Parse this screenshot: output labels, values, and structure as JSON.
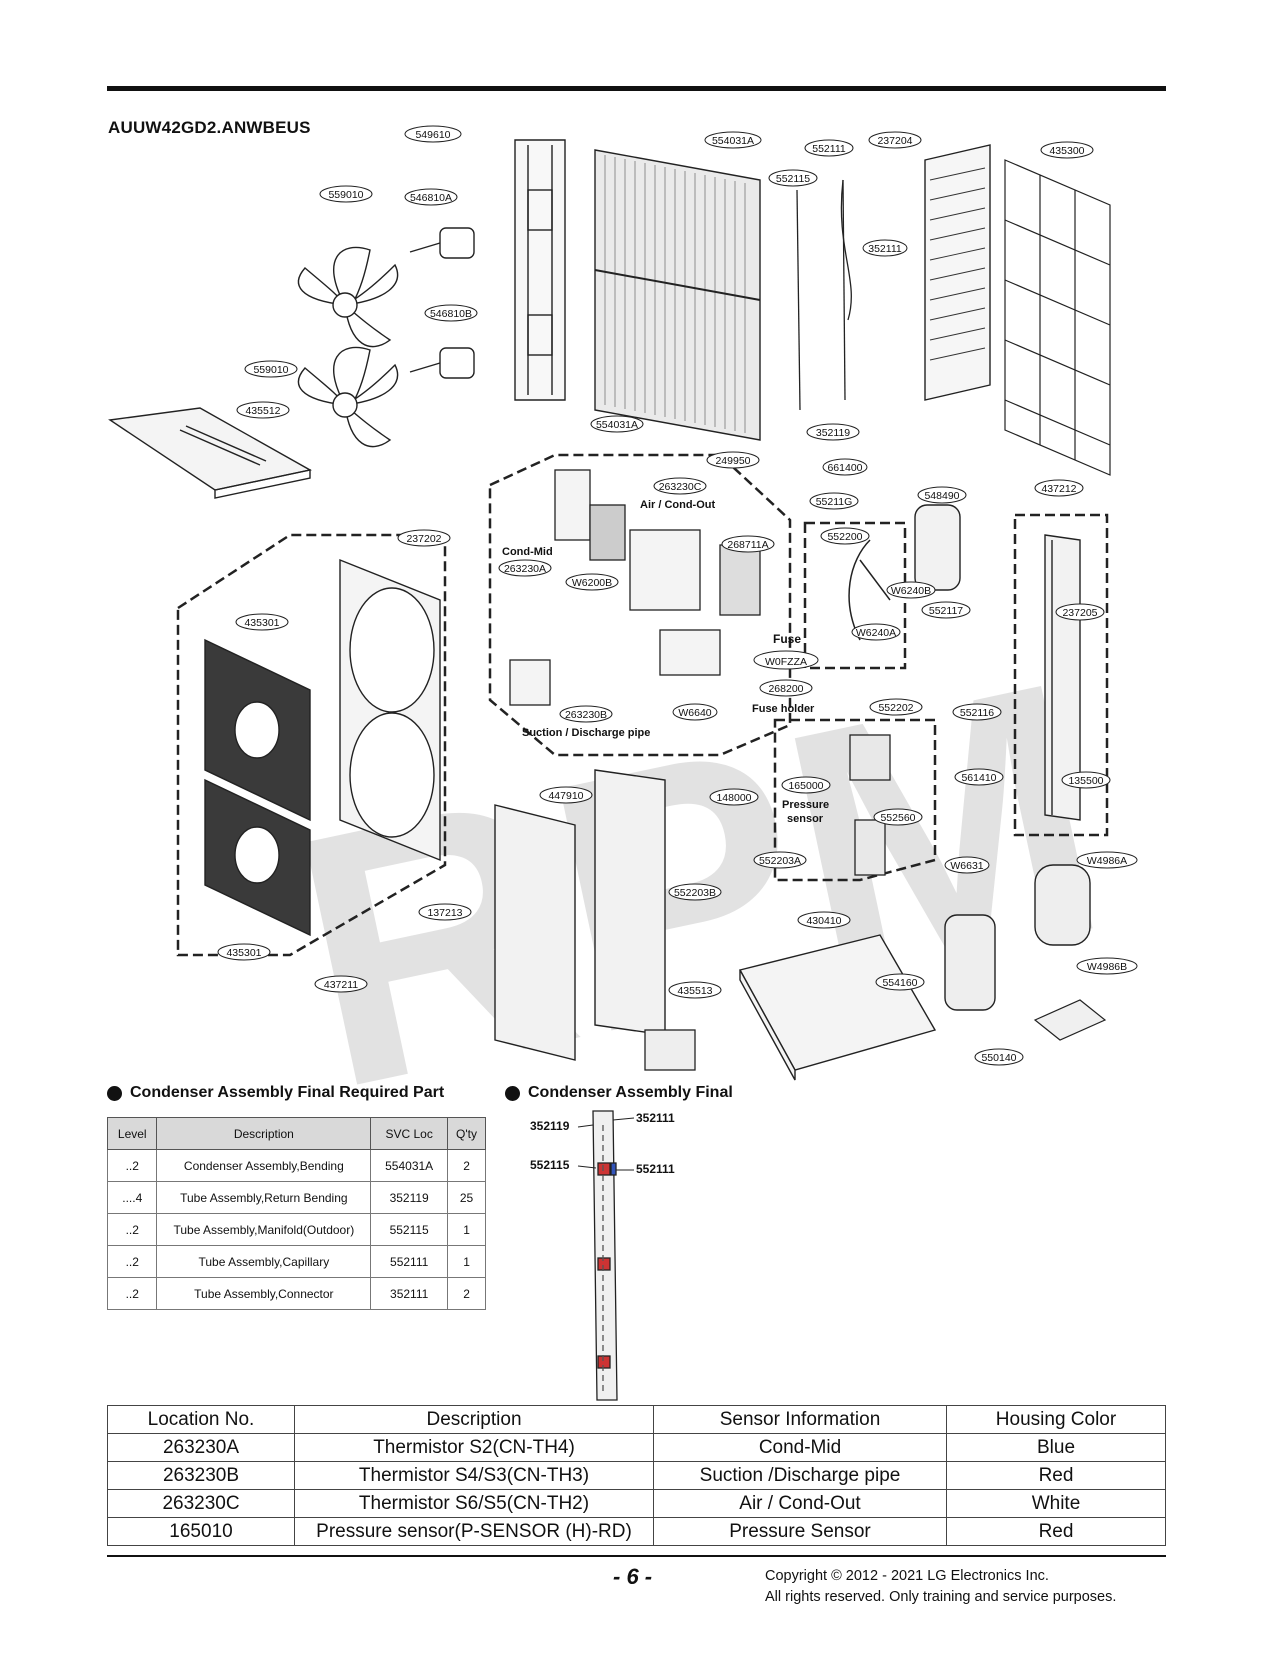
{
  "model": "AUUW42GD2.ANWBEUS",
  "watermark": "RPM",
  "callouts": {
    "c549610": "549610",
    "c554031A_top": "554031A",
    "c552111_top": "552111",
    "c237204": "237204",
    "c435300": "435300",
    "c552115": "552115",
    "c352111_mid": "352111",
    "c559010_a": "559010",
    "c546810A": "546810A",
    "c546810B": "546810B",
    "c559010_b": "559010",
    "c435512": "435512",
    "c554031A_bot": "554031A",
    "c352119": "352119",
    "c249950": "249950",
    "c661400": "661400",
    "c263230C": "263230C",
    "c552116_top": "55211G",
    "c548490": "548490",
    "c437212": "437212",
    "c237202": "237202",
    "c552200": "552200",
    "c263230A": "263230A",
    "c268711A": "268711A",
    "cW6200B": "W6200B",
    "cW6240B": "W6240B",
    "c552117": "552117",
    "c237205": "237205",
    "c435301_top": "435301",
    "cW6240A": "W6240A",
    "cW0FZZA": "W0FZZA",
    "c268200": "268200",
    "c263230B": "263230B",
    "cW6640": "W6640",
    "c552202": "552202",
    "c552116_r": "552116",
    "c165000": "165000",
    "c561410": "561410",
    "c135500": "135500",
    "c447910": "447910",
    "c148000": "148000",
    "c552560": "552560",
    "c552203A": "552203A",
    "c552203B": "552203B",
    "cW6631": "W6631",
    "cW4986A": "W4986A",
    "c137213": "137213",
    "c430410": "430410",
    "c554160": "554160",
    "cW4986B": "W4986B",
    "c435513": "435513",
    "c435301_bot": "435301",
    "c437211": "437211",
    "c550140": "550140"
  },
  "annotations": {
    "air_cond_out": "Air / Cond-Out",
    "cond_mid": "Cond-Mid",
    "fuse": "Fuse",
    "fuse_holder": "Fuse holder",
    "suction_discharge": "Suction / Discharge pipe",
    "pressure_sensor": "Pressure",
    "pressure_sensor_2": "sensor"
  },
  "parts_section": {
    "title": "Condenser Assembly Final Required Part",
    "headers": [
      "Level",
      "Description",
      "SVC Loc",
      "Q'ty"
    ],
    "rows": [
      [
        "..2",
        "Condenser Assembly,Bending",
        "554031A",
        "2"
      ],
      [
        "....4",
        "Tube Assembly,Return Bending",
        "352119",
        "25"
      ],
      [
        "..2",
        "Tube Assembly,Manifold(Outdoor)",
        "552115",
        "1"
      ],
      [
        "..2",
        "Tube Assembly,Capillary",
        "552111",
        "1"
      ],
      [
        "..2",
        "Tube Assembly,Connector",
        "352111",
        "2"
      ]
    ]
  },
  "final_section": {
    "title": "Condenser Assembly Final",
    "labels": {
      "l352119": "352119",
      "l352111_a": "352111",
      "l552115": "552115",
      "l552111": "552111"
    }
  },
  "sensor_table": {
    "headers": [
      "Location No.",
      "Description",
      "Sensor Information",
      "Housing Color"
    ],
    "rows": [
      [
        "263230A",
        "Thermistor S2(CN-TH4)",
        "Cond-Mid",
        "Blue"
      ],
      [
        "263230B",
        "Thermistor S4/S3(CN-TH3)",
        "Suction /Discharge pipe",
        "Red"
      ],
      [
        "263230C",
        "Thermistor S6/S5(CN-TH2)",
        "Air / Cond-Out",
        "White"
      ],
      [
        "165010",
        "Pressure sensor(P-SENSOR (H)-RD)",
        "Pressure Sensor",
        "Red"
      ]
    ]
  },
  "page_number": "- 6 -",
  "copyright_line1": "Copyright © 2012 - 2021 LG Electronics Inc.",
  "copyright_line2": "All rights reserved. Only training and service purposes."
}
